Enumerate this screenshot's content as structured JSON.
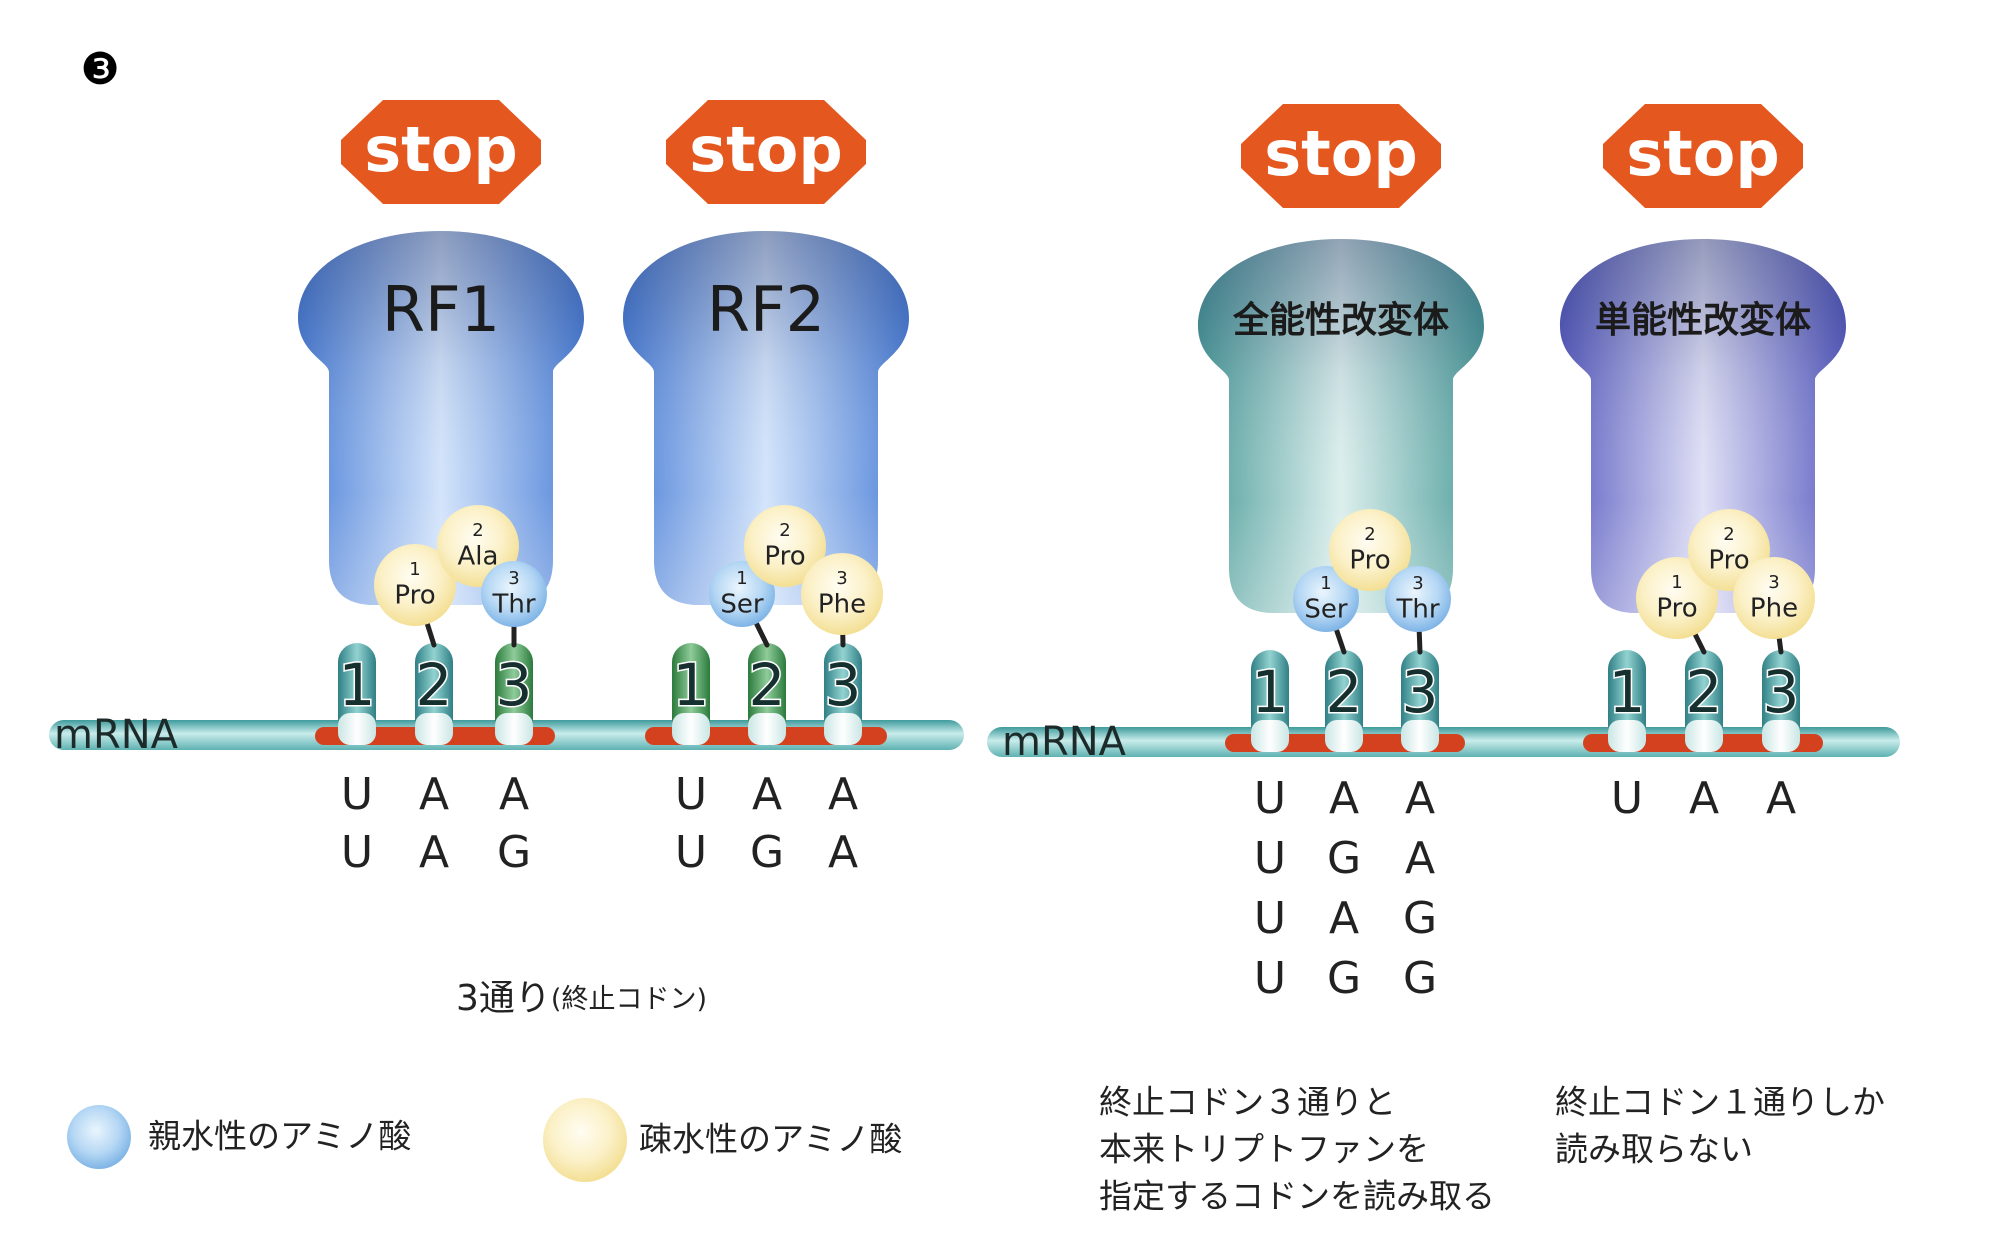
{
  "figure_number": "❸",
  "colors": {
    "stop_sign": "#e4571f",
    "codon_segment": "#d4411f",
    "mrna": "#5fb2b2",
    "hydrophilic": "#8fc3ee",
    "hydrophobic": "#f7e8a6",
    "factor_blue": "#5d8fe0",
    "factor_teal": "#5ea9a6",
    "factor_indigo": "#6a6cc7",
    "pillar_teal": "#3e8f95",
    "pillar_green": "#2f8a4a"
  },
  "panels": [
    {
      "stop": "stop",
      "factor_label": "RF1",
      "factor_color": "blue",
      "pillars": [
        {
          "number": "1",
          "color": "teal"
        },
        {
          "number": "2",
          "color": "teal"
        },
        {
          "number": "3",
          "color": "green"
        }
      ],
      "amino_acids": [
        {
          "pos": "1",
          "name": "Pro",
          "type": "hydrophobic"
        },
        {
          "pos": "2",
          "name": "Ala",
          "type": "hydrophobic"
        },
        {
          "pos": "3",
          "name": "Thr",
          "type": "hydrophilic"
        }
      ],
      "codons": [
        [
          "U",
          "A",
          "A"
        ],
        [
          "U",
          "A",
          "G"
        ]
      ]
    },
    {
      "stop": "stop",
      "factor_label": "RF2",
      "factor_color": "blue",
      "pillars": [
        {
          "number": "1",
          "color": "green"
        },
        {
          "number": "2",
          "color": "green"
        },
        {
          "number": "3",
          "color": "teal"
        }
      ],
      "amino_acids": [
        {
          "pos": "1",
          "name": "Ser",
          "type": "hydrophilic"
        },
        {
          "pos": "2",
          "name": "Pro",
          "type": "hydrophobic"
        },
        {
          "pos": "3",
          "name": "Phe",
          "type": "hydrophobic"
        }
      ],
      "codons": [
        [
          "U",
          "A",
          "A"
        ],
        [
          "U",
          "G",
          "A"
        ]
      ]
    },
    {
      "stop": "stop",
      "factor_label": "全能性改変体",
      "factor_color": "teal",
      "pillars": [
        {
          "number": "1",
          "color": "teal"
        },
        {
          "number": "2",
          "color": "teal"
        },
        {
          "number": "3",
          "color": "teal"
        }
      ],
      "amino_acids": [
        {
          "pos": "1",
          "name": "Ser",
          "type": "hydrophilic"
        },
        {
          "pos": "2",
          "name": "Pro",
          "type": "hydrophobic"
        },
        {
          "pos": "3",
          "name": "Thr",
          "type": "hydrophilic"
        }
      ],
      "codons": [
        [
          "U",
          "A",
          "A"
        ],
        [
          "U",
          "G",
          "A"
        ],
        [
          "U",
          "A",
          "G"
        ],
        [
          "U",
          "G",
          "G"
        ]
      ]
    },
    {
      "stop": "stop",
      "factor_label": "単能性改変体",
      "factor_color": "indigo",
      "pillars": [
        {
          "number": "1",
          "color": "teal"
        },
        {
          "number": "2",
          "color": "teal"
        },
        {
          "number": "3",
          "color": "teal"
        }
      ],
      "amino_acids": [
        {
          "pos": "1",
          "name": "Pro",
          "type": "hydrophobic"
        },
        {
          "pos": "2",
          "name": "Pro",
          "type": "hydrophobic"
        },
        {
          "pos": "3",
          "name": "Phe",
          "type": "hydrophobic"
        }
      ],
      "codons": [
        [
          "U",
          "A",
          "A"
        ]
      ]
    }
  ],
  "mrna_labels": [
    "mRNA",
    "mRNA"
  ],
  "stop_codon_caption": {
    "main": "3通り",
    "sub": "(終止コドン)"
  },
  "legend": [
    {
      "label": "親水性のアミノ酸",
      "type": "hydrophilic"
    },
    {
      "label": "疎水性のアミノ酸",
      "type": "hydrophobic"
    }
  ],
  "captions": [
    {
      "lines": [
        "終止コドン３通りと",
        "本来トリプトファンを",
        "指定するコドンを読み取る"
      ]
    },
    {
      "lines": [
        "終止コドン１通りしか",
        "読み取らない"
      ]
    }
  ]
}
